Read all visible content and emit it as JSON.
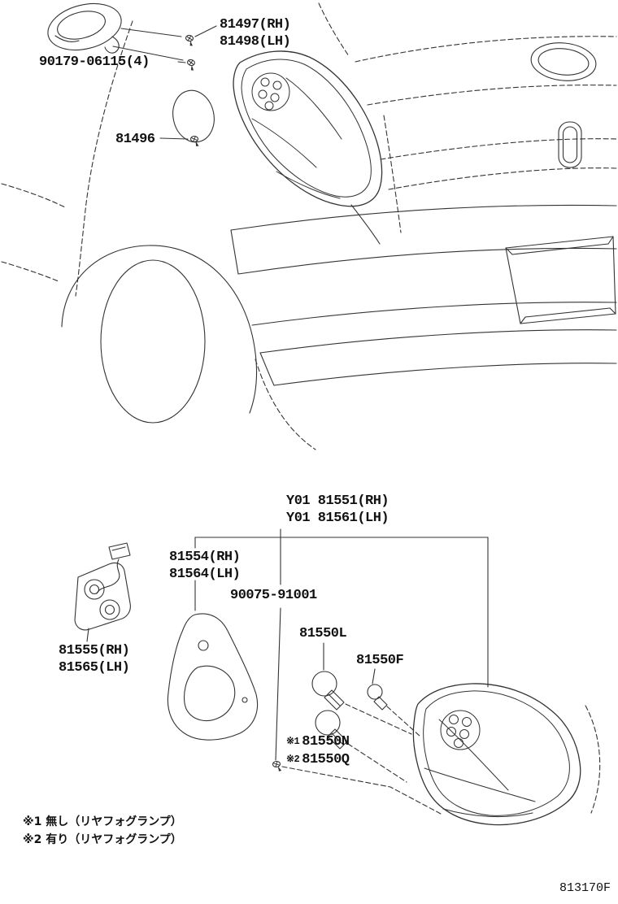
{
  "document": {
    "code": "813170F",
    "background": "#ffffff",
    "line_color": "#333333",
    "text_color": "#111111"
  },
  "callouts": {
    "lamp_cover": {
      "line1": "81497(RH)",
      "line2": "81498(LH)"
    },
    "screw_top": {
      "text": "90179-06115(4)"
    },
    "grommet": {
      "text": "81496"
    },
    "lamp_assy": {
      "line1": "Y01 81551(RH)",
      "line2": "Y01 81561(LH)"
    },
    "gasket": {
      "line1": "81554(RH)",
      "line2": "81564(LH)"
    },
    "screw_bottom": {
      "text": "90075-91001"
    },
    "bulb_stop": {
      "text": "81550L"
    },
    "bulb_small": {
      "text": "81550F"
    },
    "socket_plate": {
      "line1": "81555(RH)",
      "line2": "81565(LH)"
    },
    "bulb_n": {
      "prefix": "※1",
      "text": "81550N"
    },
    "bulb_q": {
      "prefix": "※2",
      "text": "81550Q"
    }
  },
  "notes": {
    "note1": "※1 無し（リヤフォグランプ）",
    "note2": "※2 有り（リヤフォグランプ）"
  }
}
